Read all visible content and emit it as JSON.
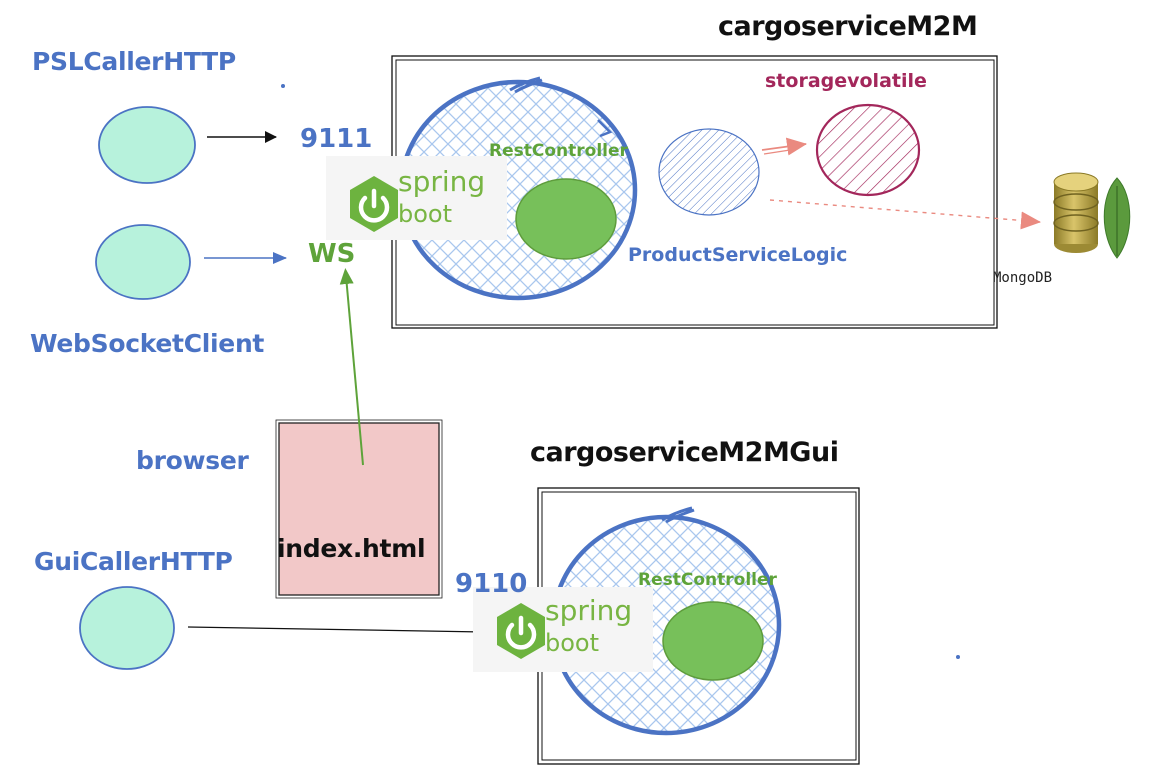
{
  "titles": {
    "main": "cargoserviceM2M",
    "gui": "cargoserviceM2MGui"
  },
  "callers": {
    "psl": "PSLCallerHTTP",
    "websocket": "WebSocketClient",
    "gui": "GuiCallerHTTP",
    "browser": "browser"
  },
  "ports": {
    "main": "9111",
    "ws": "WS",
    "gui": "9110"
  },
  "components": {
    "rest_controller_main": "RestController",
    "rest_controller_gui": "RestController",
    "product_service_logic": "ProductServiceLogic",
    "storage": "storagevolatile",
    "mongodb": "MongoDB",
    "index_html": "index.html"
  },
  "spring_logo": {
    "word1": "spring",
    "word2": "boot"
  },
  "colors": {
    "label_blue": "#4b73c4",
    "label_green": "#5ea33a",
    "storage_maroon": "#a3275b",
    "caller_fill": "#b7f2dc",
    "controller_fill": "#77c05a",
    "index_fill": "#f2c8c8",
    "spring_green": "#6db33f"
  },
  "icons": [
    "spring-boot-icon",
    "mongodb-icon"
  ]
}
